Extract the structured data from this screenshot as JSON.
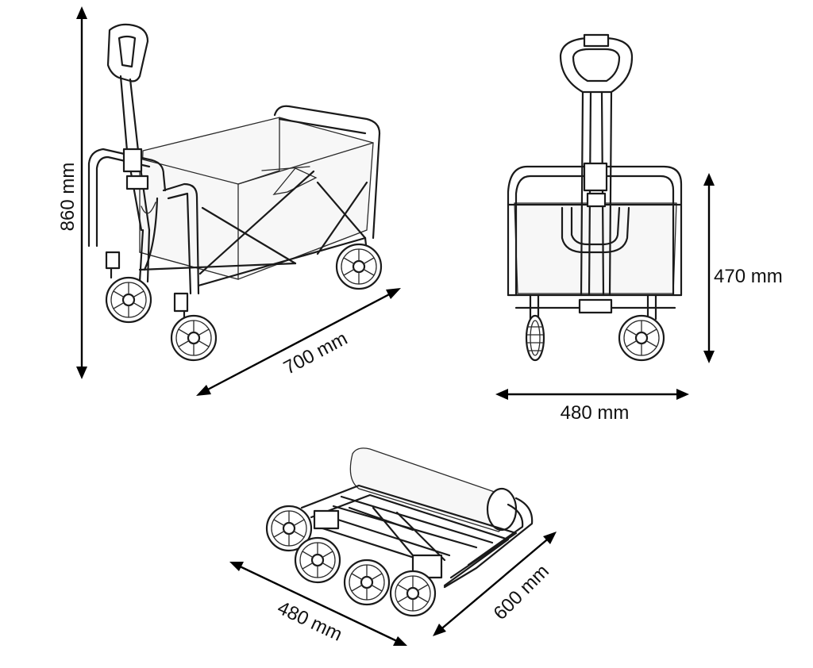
{
  "colors": {
    "line": "#1a1a1a",
    "background": "#ffffff",
    "fabric": "#f7f7f7"
  },
  "dimensions": {
    "perspective_height": "860 mm",
    "perspective_length": "700 mm",
    "front_height": "470 mm",
    "front_width": "480 mm",
    "folded_width": "480 mm",
    "folded_length": "600 mm"
  }
}
